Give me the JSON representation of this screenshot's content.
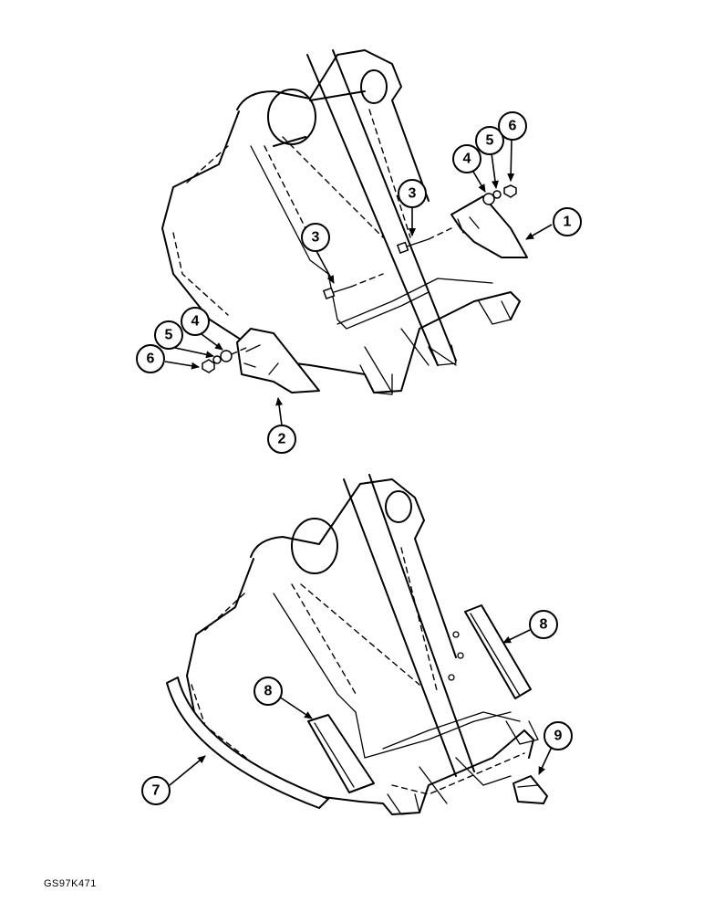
{
  "figure_code": "GS97K471",
  "callouts_top": [
    {
      "id": "callout-1",
      "label": "1"
    },
    {
      "id": "callout-2",
      "label": "2"
    },
    {
      "id": "callout-3a",
      "label": "3"
    },
    {
      "id": "callout-3b",
      "label": "3"
    },
    {
      "id": "callout-4a",
      "label": "4"
    },
    {
      "id": "callout-5a",
      "label": "5"
    },
    {
      "id": "callout-6a",
      "label": "6"
    },
    {
      "id": "callout-4b",
      "label": "4"
    },
    {
      "id": "callout-5b",
      "label": "5"
    },
    {
      "id": "callout-6b",
      "label": "6"
    }
  ],
  "callouts_bottom": [
    {
      "id": "callout-7",
      "label": "7"
    },
    {
      "id": "callout-8a",
      "label": "8"
    },
    {
      "id": "callout-8b",
      "label": "8"
    },
    {
      "id": "callout-9",
      "label": "9"
    }
  ]
}
